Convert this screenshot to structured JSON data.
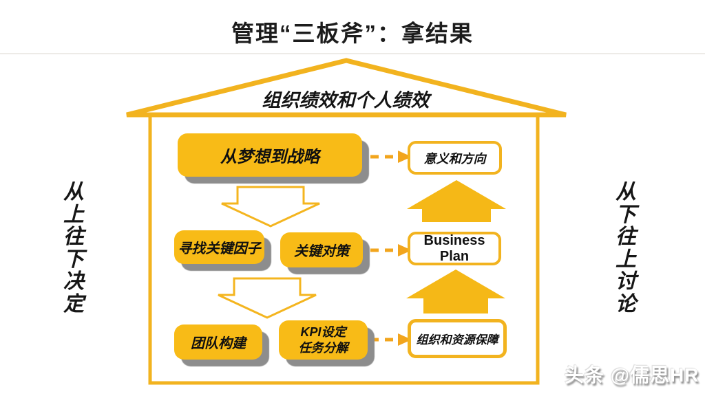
{
  "title": "管理“三板斧”：拿结果",
  "roof_label": "组织绩效和个人绩效",
  "left_side_label": "从上往下决定",
  "right_side_label": "从下往上讨论",
  "flow": {
    "row1": {
      "step": "从梦想到战略",
      "outcome": "意义和方向"
    },
    "row2": {
      "step1": "寻找关键因子",
      "step2": "关键对策",
      "outcome": "Business Plan"
    },
    "row3": {
      "step1": "团队构建",
      "step2": "KPI设定\n任务分解",
      "outcome": "组织和资源保障"
    }
  },
  "watermark": "头条 @儒思HR",
  "colors": {
    "accent_yellow": "#F5B817",
    "outline_yellow": "#F2B31F",
    "shadow_gray": "#8D8D8D"
  }
}
